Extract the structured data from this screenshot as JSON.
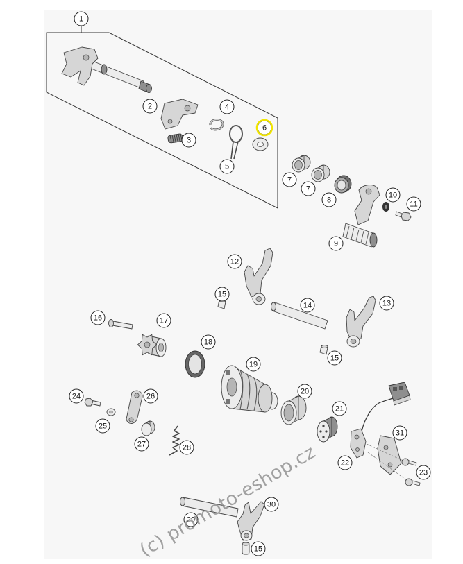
{
  "diagram": {
    "callouts": [
      {
        "label": "1"
      },
      {
        "label": "2"
      },
      {
        "label": "3"
      },
      {
        "label": "4"
      },
      {
        "label": "5"
      },
      {
        "label": "6",
        "highlight": true
      },
      {
        "label": "7"
      },
      {
        "label": "7"
      },
      {
        "label": "8"
      },
      {
        "label": "9"
      },
      {
        "label": "10"
      },
      {
        "label": "11"
      },
      {
        "label": "12"
      },
      {
        "label": "13"
      },
      {
        "label": "14"
      },
      {
        "label": "15"
      },
      {
        "label": "15"
      },
      {
        "label": "16"
      },
      {
        "label": "17"
      },
      {
        "label": "18"
      },
      {
        "label": "19"
      },
      {
        "label": "20"
      },
      {
        "label": "21"
      },
      {
        "label": "22"
      },
      {
        "label": "23"
      },
      {
        "label": "24"
      },
      {
        "label": "25"
      },
      {
        "label": "26"
      },
      {
        "label": "27"
      },
      {
        "label": "28"
      },
      {
        "label": "29"
      },
      {
        "label": "30"
      },
      {
        "label": "31"
      },
      {
        "label": "15"
      }
    ],
    "watermark": "(c) promoto-eshop.cz",
    "colors": {
      "highlight": "#f2e600",
      "background": "#f7f7f7",
      "callout_border": "#222222"
    }
  }
}
